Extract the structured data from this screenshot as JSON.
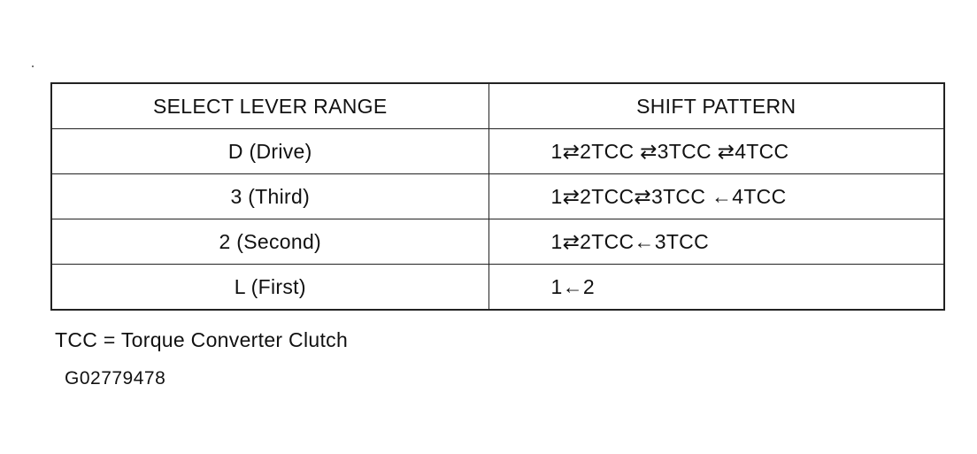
{
  "table": {
    "headers": [
      "SELECT LEVER RANGE",
      "SHIFT PATTERN"
    ],
    "rows": [
      {
        "range": "D (Drive)",
        "pattern": "1⇄2TCC ⇄3TCC ⇄4TCC"
      },
      {
        "range": "3 (Third)",
        "pattern": "1⇄2TCC⇄3TCC ←4TCC"
      },
      {
        "range": "2 (Second)",
        "pattern": "1⇄2TCC←3TCC"
      },
      {
        "range": "L (First)",
        "pattern": "1←2"
      }
    ]
  },
  "footnote": "TCC = Torque Converter Clutch",
  "figure_id": "G02779478"
}
